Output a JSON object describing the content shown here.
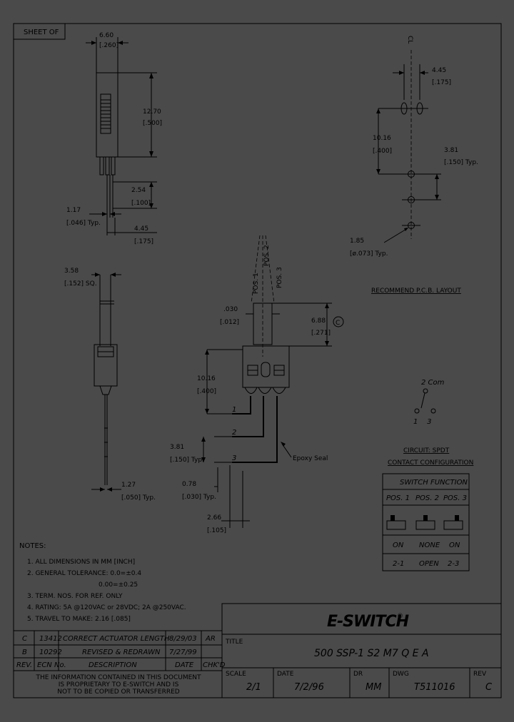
{
  "sheet": {
    "sheet_of": "SHEET OF",
    "dims": {
      "w660": "6.60",
      "w660i": "[.260]",
      "h1270": "12.70",
      "h1270i": "[.500]",
      "p254": "2.54",
      "p254i": "[.100]",
      "t117": "1.17",
      "t117i": "[.046] Typ.",
      "w445": "4.45",
      "w445i": "[.175]",
      "sq358": "3.58",
      "sq358i": "[.152] SQ.",
      "p127": "1.27",
      "p127i": "[.050] Typ.",
      "a030": ".030",
      "a030i": "[.012]",
      "h688": "6.88",
      "h688i": "[.271]",
      "h1016": "10.16",
      "h1016i": "[.400]",
      "p381": "3.81",
      "p381i": "[.150] Typ.",
      "p078": "0.78",
      "p078i": "[.030] Typ.",
      "p266": "2.66",
      "p266i": "[.105]",
      "pcb445": "4.45",
      "pcb445i": "[.175]",
      "pcb1016": "10.16",
      "pcb1016i": "[.400]",
      "pcb381": "3.81",
      "pcb381i": "[.150] Typ.",
      "pcb185": "1.85",
      "pcb185i": "[ø.073] Typ."
    },
    "pos_labels": [
      "POS. 1",
      "POS. 2",
      "POS. 3"
    ],
    "terminal_nums": [
      "1",
      "2",
      "3"
    ],
    "epoxy_seal": "Epoxy Seal",
    "c_mark": "C",
    "pcb_title": "RECOMMEND P.C.B. LAYOUT",
    "circuit": {
      "com_label": "2 Com",
      "terminals": "1    3",
      "title1": "CIRCUIT: SPDT",
      "title2": "CONTACT CONFIGURATION"
    },
    "switch_function": {
      "title": "SWITCH FUNCTION",
      "headers": [
        "POS. 1",
        "POS. 2",
        "POS. 3"
      ],
      "row_on": [
        "ON",
        "NONE",
        "ON"
      ],
      "row_conn": [
        "2-1",
        "OPEN",
        "2-3"
      ]
    },
    "notes": {
      "title": "NOTES:",
      "items": [
        "1. ALL DIMENSIONS IN MM [INCH]",
        "2. GENERAL TOLERANCE: 0.0=±0.4",
        "0.00=±0.25",
        "3. TERM. NOS. FOR REF. ONLY",
        "4. RATING: 5A @120VAC or 28VDC; 2A @250VAC.",
        "5. TRAVEL TO MAKE: 2.16 [.085]"
      ]
    },
    "revisions": [
      {
        "rev": "C",
        "ecn": "13412",
        "desc": "CORRECT ACTUATOR LENGTH",
        "date": "8/29/03",
        "by": "AR"
      },
      {
        "rev": "B",
        "ecn": "10292",
        "desc": "REVISED & REDRAWN",
        "date": "7/27/99",
        "by": ""
      }
    ],
    "rev_headers": {
      "rev": "REV.",
      "ecn": "ECN No.",
      "desc": "DESCRIPTION",
      "date": "DATE",
      "chkd": "CHK'D"
    },
    "proprietary": [
      "THE INFORMATION CONTAINED IN THIS DOCUMENT",
      "IS PROPRIETARY TO E-SWITCH AND IS",
      "NOT TO BE COPIED OR TRANSFERRED"
    ],
    "title_block": {
      "brand": "E-SWITCH",
      "title_label": "TITLE",
      "title": "500 SSP-1 S2 M7 Q E A",
      "scale_label": "SCALE",
      "scale": "2/1",
      "date_label": "DATE",
      "date": "7/2/96",
      "dr_label": "DR",
      "dr": "MM",
      "dwg_label": "DWG",
      "dwg": "T511016",
      "rev_label": "REV",
      "rev": "C"
    }
  }
}
